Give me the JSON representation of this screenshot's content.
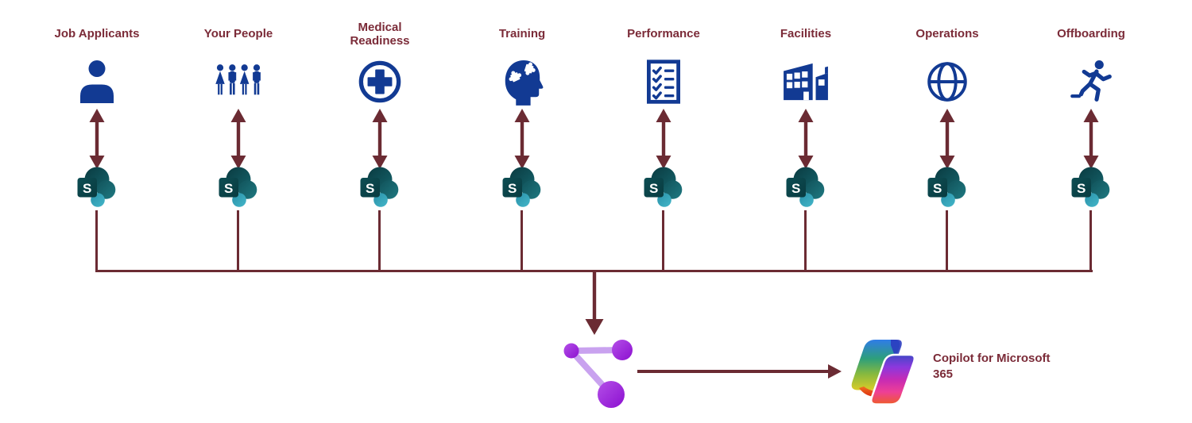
{
  "columns": [
    {
      "label": "Job Applicants",
      "icon": "person-icon"
    },
    {
      "label": "Your People",
      "icon": "people-group-icon"
    },
    {
      "label": "Medical Readiness",
      "icon": "medical-cross-icon"
    },
    {
      "label": "Training",
      "icon": "head-puzzle-icon"
    },
    {
      "label": "Performance",
      "icon": "checklist-icon"
    },
    {
      "label": "Facilities",
      "icon": "building-icon"
    },
    {
      "label": "Operations",
      "icon": "globe-icon"
    },
    {
      "label": "Offboarding",
      "icon": "runner-icon"
    }
  ],
  "connectors": {
    "source_icon": "sharepoint-icon",
    "sync_arrow": "double-headed-vertical-arrow",
    "hub_arrow": "down-arrow",
    "output_arrow": "right-arrow"
  },
  "hub": {
    "icon": "graph-share-icon",
    "label": "Copilot for Microsoft 365"
  },
  "colors": {
    "maroon_text": "#7b2b38",
    "maroon_line": "#6b2b33",
    "navy_icon": "#123a93",
    "sharepoint_dark": "#0d4046",
    "sharepoint_mid": "#186169",
    "sharepoint_light": "#2b96ad",
    "graph_purple": "#9a1ad8",
    "graph_link": "#c9a2ef"
  }
}
